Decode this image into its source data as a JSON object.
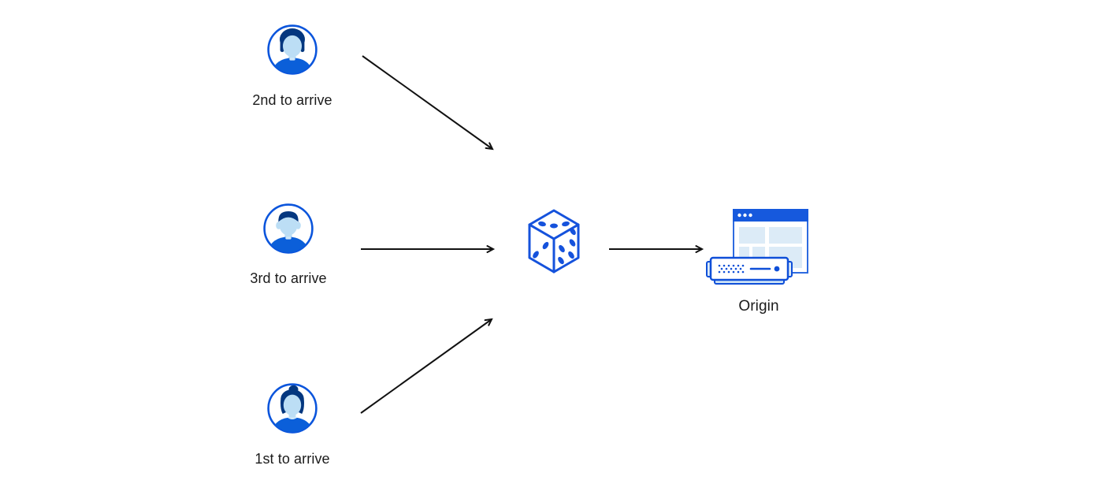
{
  "diagram": {
    "clients": [
      {
        "label": "2nd to arrive",
        "avatar": "man-side-part"
      },
      {
        "label": "3rd to arrive",
        "avatar": "man-flat-top"
      },
      {
        "label": "1st to arrive",
        "avatar": "woman-bun"
      }
    ],
    "selector": {
      "icon": "dice-icon",
      "meaning": "random selection"
    },
    "origin": {
      "label": "Origin"
    },
    "colors": {
      "primary_blue": "#0b55dc",
      "dark_navy": "#04377f",
      "skin_light_blue": "#bcdef5",
      "panel_light_blue": "#dcebf7",
      "server_base_blue": "#cfe4f6",
      "title_bar_blue": "#1659dd",
      "arrow_black": "#111111",
      "text_color": "#1b1b1b"
    }
  }
}
